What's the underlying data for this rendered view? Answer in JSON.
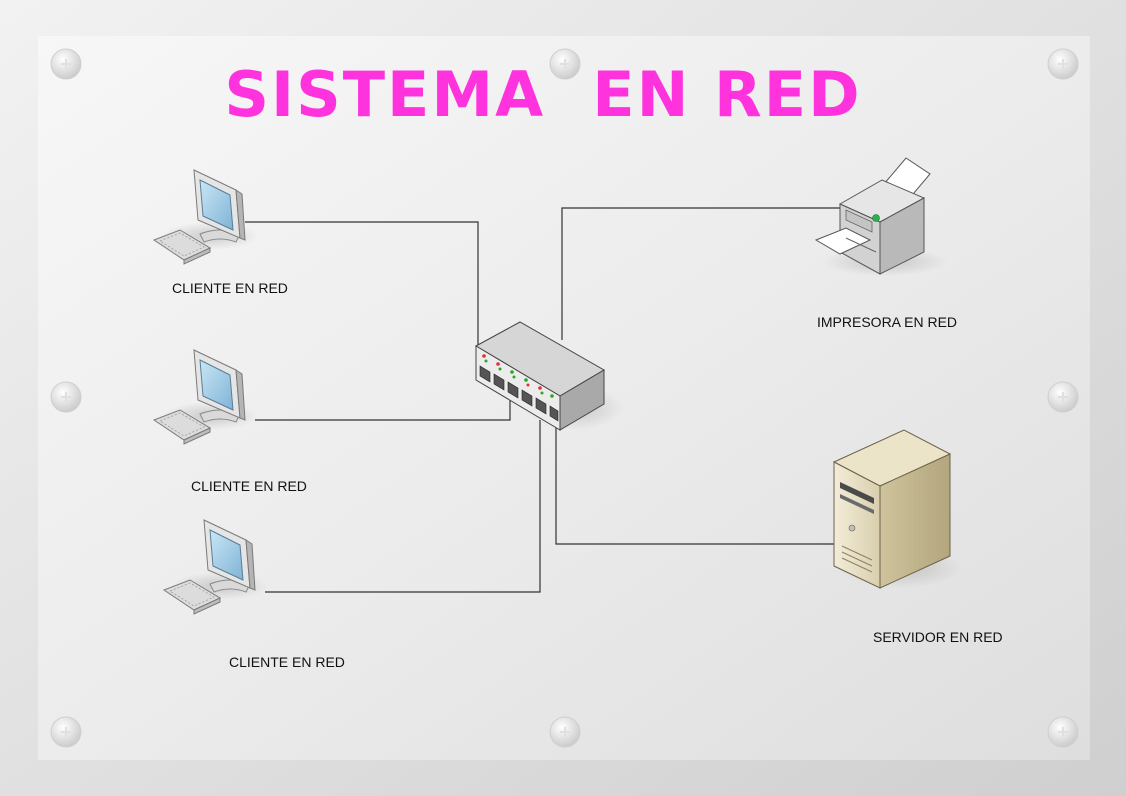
{
  "title": "SISTEMA  EN RED",
  "nodes": {
    "client_1": "CLIENTE EN RED",
    "client_2": "CLIENTE EN RED",
    "client_3": "CLIENTE EN RED",
    "printer": "IMPRESORA  EN RED",
    "server": "SERVIDOR EN RED"
  },
  "colors": {
    "title": "#ff33dd",
    "panel": "#e9e9e9",
    "link": "#333333"
  },
  "icons": [
    "screw-icon",
    "computer-icon",
    "switch-icon",
    "printer-icon",
    "server-icon"
  ]
}
